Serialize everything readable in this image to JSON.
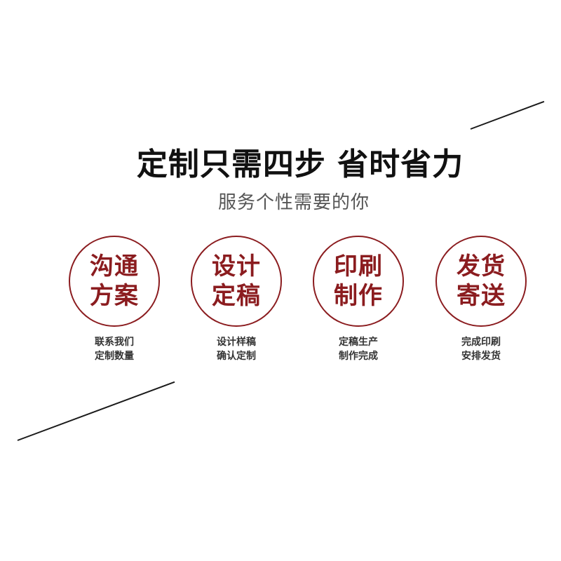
{
  "heading": {
    "title": "定制只需四步 省时省力",
    "subtitle": "服务个性需要的你"
  },
  "colors": {
    "accent": "#8b1c1f",
    "title": "#111111",
    "subtitle": "#555555",
    "line": "#1a1a1a"
  },
  "steps": [
    {
      "line1": "沟通",
      "line2": "方案",
      "desc1": "联系我们",
      "desc2": "定制数量"
    },
    {
      "line1": "设计",
      "line2": "定稿",
      "desc1": "设计样稿",
      "desc2": "确认定制"
    },
    {
      "line1": "印刷",
      "line2": "制作",
      "desc1": "定稿生产",
      "desc2": "制作完成"
    },
    {
      "line1": "发货",
      "line2": "寄送",
      "desc1": "完成印刷",
      "desc2": "安排发货"
    }
  ]
}
